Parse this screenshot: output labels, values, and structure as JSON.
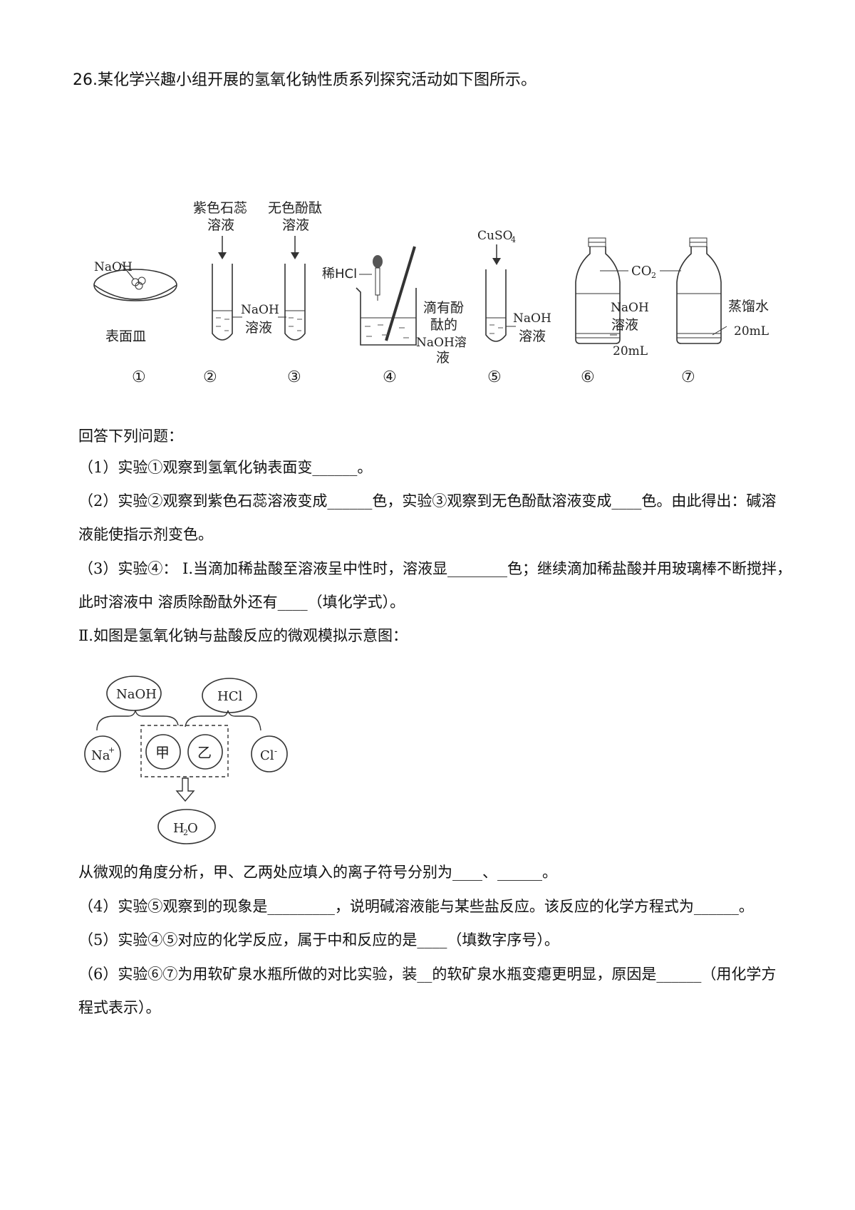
{
  "question_title": "26.某化学兴趣小组开展的氢氧化钠性质系列探究活动如下图所示。",
  "figure1": {
    "naoh": "NaOH",
    "dish": "表面皿",
    "litmus_1": "紫色石蕊",
    "litmus_2": "溶液",
    "phenol_1": "无色酚酞",
    "phenol_2": "溶液",
    "naoh_sol_1": "NaOH",
    "naoh_sol_2": "溶液",
    "hcl": "稀HCl",
    "beaker_1": "滴有酚",
    "beaker_2": "酞的",
    "beaker_3": "NaOH溶",
    "beaker_4": "液",
    "cuso4": "CuSO",
    "cuso4_sub": "4",
    "naoh5_1": "NaOH",
    "naoh5_2": "溶液",
    "co2": "CO",
    "co2_sub": "2",
    "naoh6_1": "NaOH",
    "naoh6_2": "溶液",
    "vol6": "20mL",
    "water": "蒸馏水",
    "vol7": "20mL",
    "nums": [
      "①",
      "②",
      "③",
      "④",
      "⑤",
      "⑥",
      "⑦"
    ]
  },
  "answer_heading": "回答下列问题：",
  "q1": "（1）实验①观察到氢氧化钠表面变______。",
  "q2a": "（2）实验②观察到紫色石蕊溶液变成______色，实验③观察到无色酚酞溶液变成____色。由此得出：碱溶",
  "q2b": "液能使指示剂变色。",
  "q3a": "（3）实验④：  I.当滴加稀盐酸至溶液呈中性时，溶液显________色；继续滴加稀盐酸并用玻璃棒不断搅拌，",
  "q3b": "此时溶液中    溶质除酚酞外还有____（填化学式）。",
  "q3c": "Ⅱ.如图是氢氧化钠与盐酸反应的微观模拟示意图：",
  "figure2": {
    "naoh": "NaOH",
    "hcl": "HCl",
    "na": "Na",
    "na_sup": "+",
    "jia": "甲",
    "yi": "乙",
    "cl": "Cl",
    "cl_sup": "-",
    "h2o_h": "H",
    "h2o_sub": "2",
    "h2o_o": "O"
  },
  "q3d": "从微观的角度分析，甲、乙两处应填入的离子符号分别为____、______。",
  "q4": "（4）实验⑤观察到的现象是_________，说明碱溶液能与某些盐反应。该反应的化学方程式为______。",
  "q5": "（5）实验④⑤对应的化学反应，属于中和反应的是____（填数字序号）。",
  "q6a": "（6）实验⑥⑦为用软矿泉水瓶所做的对比实验，装__的软矿泉水瓶变瘪更明显，原因是______（用化学方",
  "q6b": "程式表示）。"
}
